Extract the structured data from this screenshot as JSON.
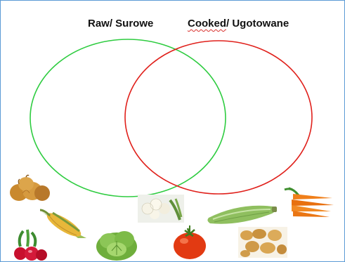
{
  "labels": {
    "raw": "Raw/ Surowe",
    "cooked_word": "Cooked",
    "cooked_rest": "/ Ugotowane"
  },
  "colors": {
    "raw_circle": "#2ecc40",
    "cooked_circle": "#e0201b",
    "border": "#5b9bd5"
  },
  "vegetables": [
    "onions-icon",
    "corn-icon",
    "radishes-icon",
    "lettuce-icon",
    "cauliflower-icon",
    "tomato-icon",
    "zucchini-icon",
    "potatoes-icon",
    "carrots-icon"
  ]
}
